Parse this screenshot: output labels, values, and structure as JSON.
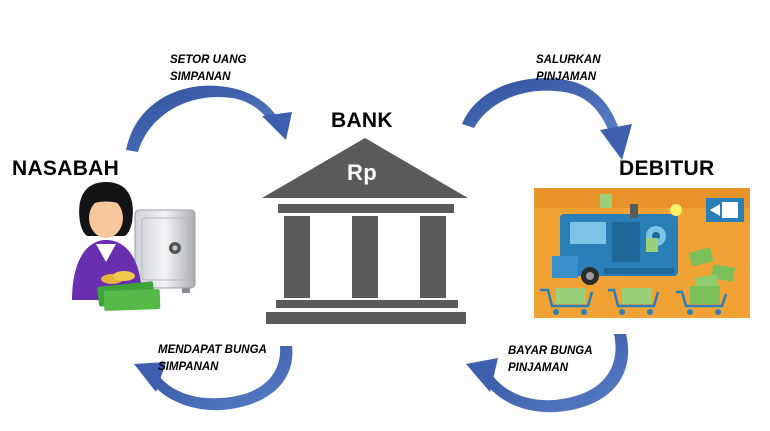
{
  "nodes": {
    "bank": "BANK",
    "nasabah": "NASABAH",
    "debitur": "DEBITUR",
    "currency": "Rp"
  },
  "flows": {
    "setor": [
      "SETOR UANG",
      "SIMPANAN"
    ],
    "salurkan": [
      "SALURKAN",
      "PINJAMAN"
    ],
    "bunga_simpanan": [
      "MENDAPAT BUNGA",
      "SIMPANAN"
    ],
    "bunga_pinjaman": [
      "BAYAR BUNGA",
      "PINJAMAN"
    ]
  },
  "colors": {
    "arrow": "#3d5fae",
    "bank": "#5a5a5a",
    "person_shirt": "#6a2fb0",
    "cash": "#3fa33a",
    "debitur_bg": "#f0a235",
    "debitur_machine": "#2a7fb8"
  },
  "icons": [
    "person-icon",
    "safe-icon",
    "money-icon",
    "bank-building-icon",
    "machine-illustration"
  ]
}
